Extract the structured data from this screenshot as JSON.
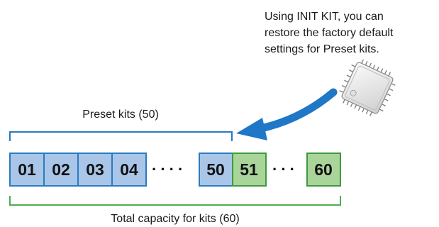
{
  "note": {
    "lines": [
      "Using INIT KIT, you can",
      "restore the factory default",
      "settings for Preset kits."
    ]
  },
  "preset_label": "Preset kits (50)",
  "total_label": "Total capacity for kits (60)",
  "slots": {
    "preset": [
      "01",
      "02",
      "03",
      "04",
      "50"
    ],
    "user": [
      "51",
      "60"
    ]
  },
  "ellipsis": "····",
  "ellipsis_short": "···",
  "colors": {
    "preset_fill": "#a9c6e8",
    "preset_stroke": "#2a7bbf",
    "user_fill": "#a9d49a",
    "user_stroke": "#3c9a3c",
    "bracket_blue": "#2a7bbf",
    "bracket_green": "#4caf50",
    "arrow": "#1f77c8"
  },
  "icons": {
    "chip": "ic-chip-icon"
  }
}
